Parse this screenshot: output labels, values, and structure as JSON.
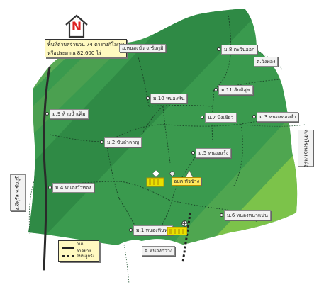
{
  "map": {
    "north_letter": "N",
    "info": {
      "line1": "พื้นที่ตำบลจำนวน 74 ตารางกิโลเมตร",
      "line2": "หรือประมาณ 82,600 ไร่"
    },
    "neighbors": {
      "north_west": "อ.หนองบัว จ.ชัยภูมิ",
      "north_east": "ต.วังทอง",
      "east": "ต.สำโรงทองเหนือ",
      "west": "อ.จัตุรัส จ.ชัยภูมิ",
      "south": "ต.หนองกวาง"
    },
    "villages": [
      {
        "label": "ม.8 ตะวันออก"
      },
      {
        "label": "ม.9 ห้วยน้ำเค็ม"
      },
      {
        "label": "ม.10 หนองหิน"
      },
      {
        "label": "ม.11 สันติสุข"
      },
      {
        "label": "ม.7 บึงเขียว"
      },
      {
        "label": "ม.3 หนองทองคำ"
      },
      {
        "label": "ม.2 ซับลำลาญู"
      },
      {
        "label": "ม.5 หนองแร้ง"
      },
      {
        "label": "ม.4 หนองวัวทอง"
      },
      {
        "label": "ม.6 หนองหนาแน่น"
      },
      {
        "label": "ม.1 หนองหินทุ่ง"
      }
    ],
    "center_label": "อบต.หัวช้าง",
    "legend": {
      "paved": "ถนนลาดยาง",
      "laterite": "ถนนลูกรัง"
    },
    "colors": {
      "land_dark": "#2f8a45",
      "land_mid": "#3f9a50",
      "land_light": "#7cc34a",
      "land_lightest": "#a6d44e",
      "road_paved": "#2a2a2a",
      "trail": "#1c4a2a"
    }
  }
}
